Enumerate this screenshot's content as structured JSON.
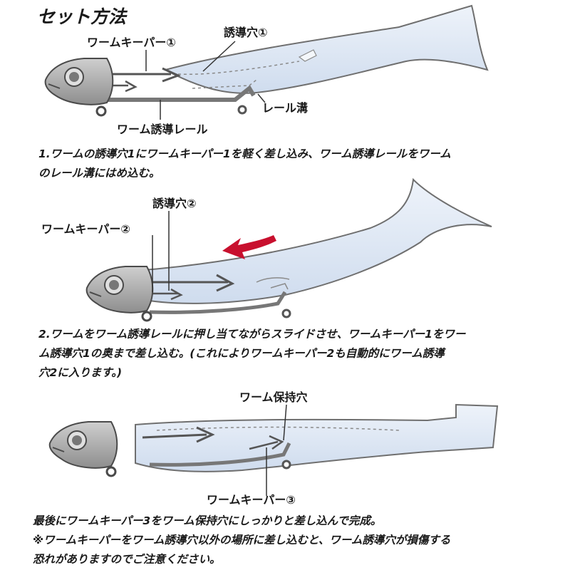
{
  "title": "セット方法",
  "labels": {
    "keeper1": "ワームキーパー①",
    "hole1": "誘導穴①",
    "rail_groove": "レール溝",
    "guide_rail": "ワーム誘導レール",
    "hole2": "誘導穴②",
    "keeper2": "ワームキーパー②",
    "holding_hole": "ワーム保持穴",
    "keeper3": "ワームキーパー③"
  },
  "steps": {
    "step1": [
      "1.ワームの誘導穴1にワームキーパー1を軽く差し込み、ワーム誘導レールをワーム",
      "のレール溝にはめ込む。"
    ],
    "step2": [
      "2.ワームをワーム誘導レールに押し当てながらスライドさせ、ワームキーパー1をワー",
      "ム誘導穴1の奥まで差し込む。(これによりワームキーパー2も自動的にワーム誘導",
      "穴2に入ります。)"
    ],
    "step3": [
      "最後にワームキーパー3をワーム保持穴にしっかりと差し込んで完成。",
      "※ワームキーパーをワーム誘導穴以外の場所に差し込むと、ワーム誘導穴が損傷する",
      "恐れがありますのでご注意ください。"
    ]
  },
  "colors": {
    "worm_fill": "#dbe6f3",
    "worm_stroke": "#6f6f6f",
    "head_fill": "#a9a9a9",
    "arrow_red": "#c8102e",
    "line": "#333333"
  }
}
